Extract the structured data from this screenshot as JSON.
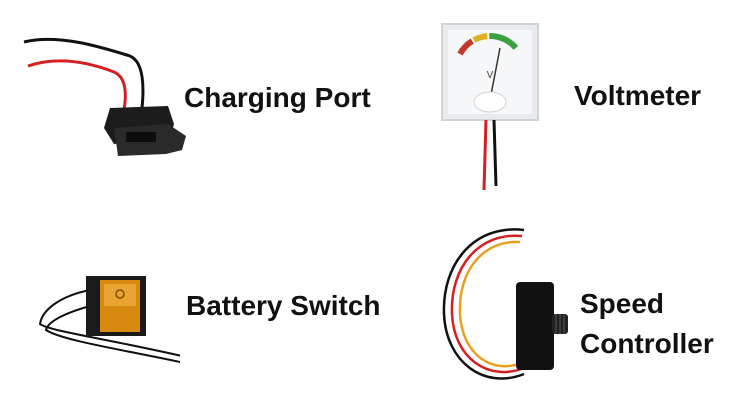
{
  "components": [
    {
      "id": "charging-port",
      "label": "Charging Port",
      "icon": "charging-port-photo"
    },
    {
      "id": "voltmeter",
      "label": "Voltmeter",
      "icon": "voltmeter-photo"
    },
    {
      "id": "battery-switch",
      "label": "Battery Switch",
      "icon": "rocker-switch-photo"
    },
    {
      "id": "speed-controller",
      "label_line1": "Speed",
      "label_line2": "Controller",
      "icon": "speed-controller-photo"
    }
  ],
  "colors": {
    "background": "#ffffff",
    "text": "#111111",
    "wire_red": "#d42020",
    "wire_black": "#111111",
    "wire_yellow": "#e8a020",
    "switch_amber": "#d88a10"
  }
}
